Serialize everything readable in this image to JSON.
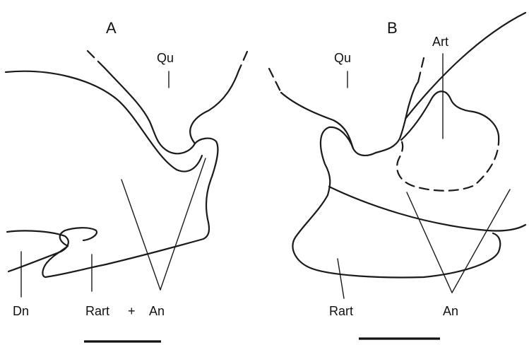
{
  "panels": [
    {
      "letter": "A",
      "labels": {
        "qu": "Qu",
        "dn": "Dn",
        "rart": "Rart",
        "plus": "+",
        "an": "An"
      }
    },
    {
      "letter": "B",
      "labels": {
        "qu": "Qu",
        "art": "Art",
        "rart": "Rart",
        "an": "An"
      }
    }
  ],
  "colors": {
    "ink": "#1a1a1a",
    "background": "#ffffff"
  }
}
